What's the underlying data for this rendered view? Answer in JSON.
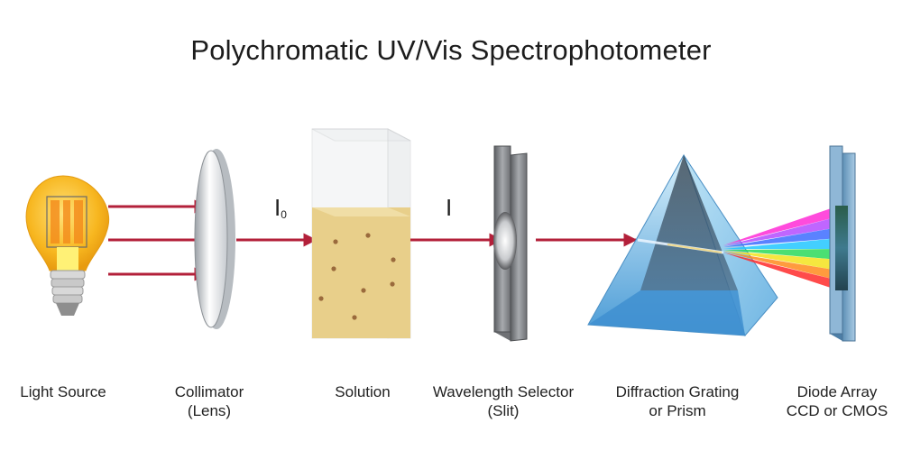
{
  "title": "Polychromatic UV/Vis Spectrophotometer",
  "beam_labels": {
    "incident": {
      "main": "I",
      "sub": "0"
    },
    "transmitted": {
      "main": "I"
    }
  },
  "components": [
    {
      "id": "light-source",
      "line1": "Light Source",
      "line2": ""
    },
    {
      "id": "collimator",
      "line1": "Collimator",
      "line2": "(Lens)"
    },
    {
      "id": "solution",
      "line1": "Solution",
      "line2": ""
    },
    {
      "id": "wavelength-selector",
      "line1": "Wavelength Selector",
      "line2": "(Slit)"
    },
    {
      "id": "diffraction-grating",
      "line1": "Diffraction Grating",
      "line2": "or Prism"
    },
    {
      "id": "diode-array",
      "line1": "Diode Array",
      "line2": "CCD or CMOS"
    }
  ],
  "colors": {
    "beam": "#b3203a",
    "bulb": "#f7b61f",
    "solution": "#e8cf8a",
    "particle": "#9a6a3c",
    "prism": "#7fc3ea"
  },
  "icons": [
    "light-bulb-icon",
    "lens-icon",
    "cuvette-icon",
    "slit-icon",
    "prism-icon",
    "detector-icon"
  ]
}
